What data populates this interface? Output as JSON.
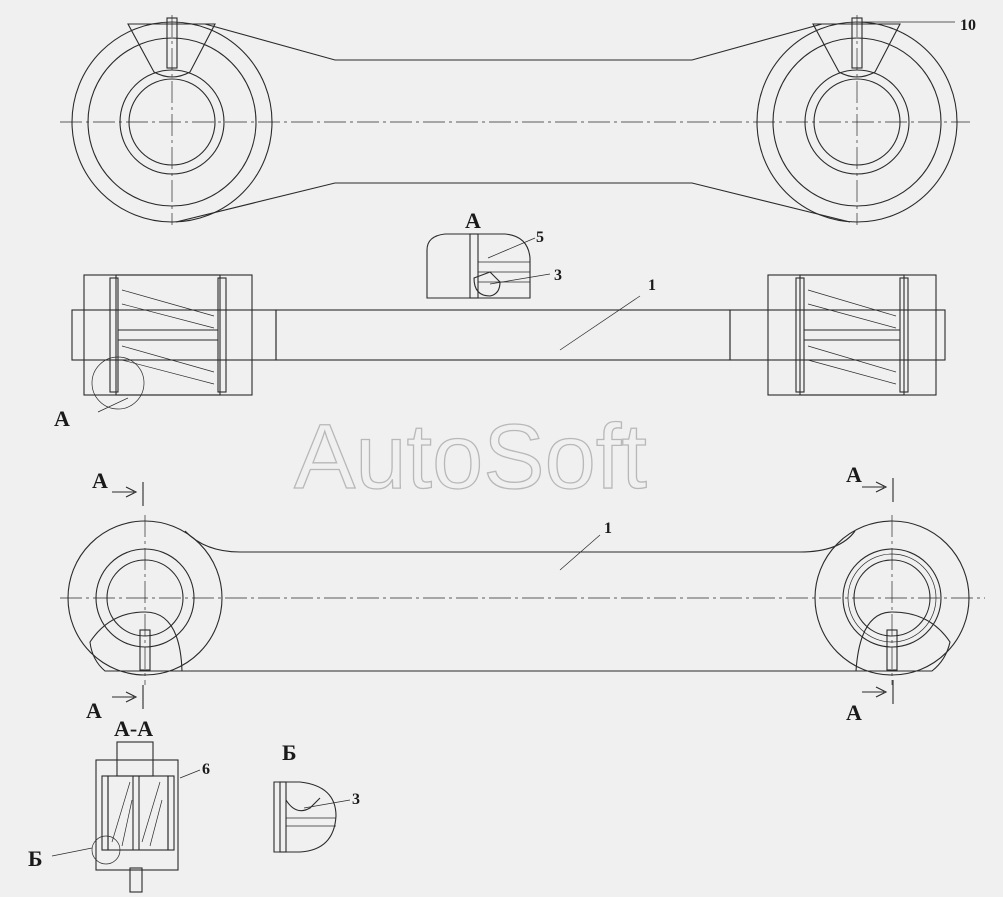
{
  "watermark": "AutoSoft",
  "callouts": {
    "part_10": "10",
    "part_5": "5",
    "part_3_top": "3",
    "part_1_middle": "1",
    "part_1_lower": "1",
    "part_6": "6",
    "part_3_detail": "3"
  },
  "letters": {
    "detail_a_title": "А",
    "detail_a_ref": "А",
    "section_mark_tl": "А",
    "section_mark_tr": "А",
    "section_mark_bl": "А",
    "section_mark_br": "А",
    "section_title": "А-А",
    "detail_b_title": "Б",
    "detail_b_ref": "Б"
  },
  "colors": {
    "background": "#f0f0f0",
    "line": "#2a2a2a",
    "watermark": "#b8b8b8"
  }
}
